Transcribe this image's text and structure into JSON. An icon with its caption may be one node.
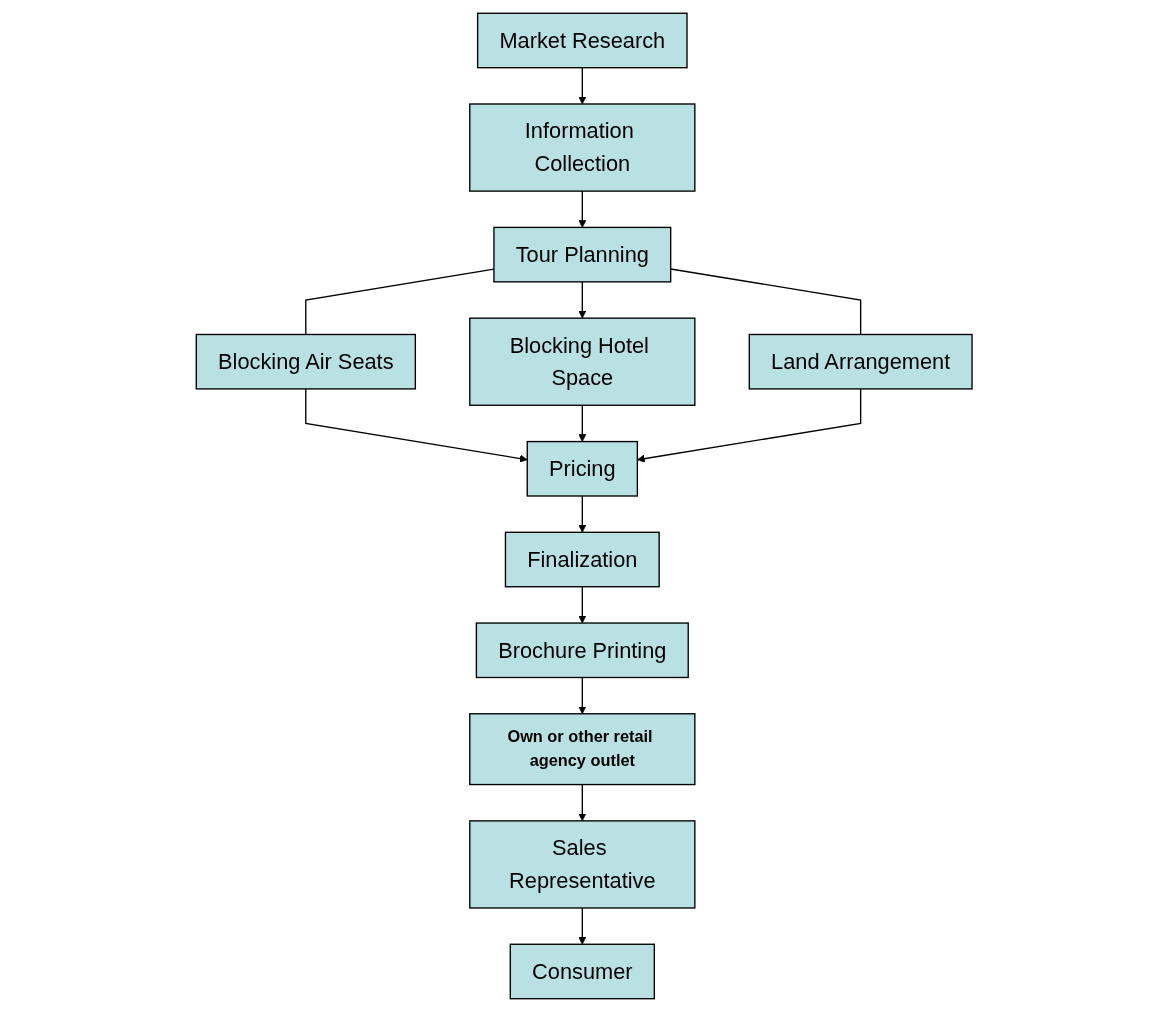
{
  "diagram": {
    "nodes": [
      {
        "text": [
          "Market Research"
        ]
      },
      {
        "text": [
          "Information Collection"
        ]
      },
      {
        "text": [
          "Tour Planning"
        ]
      },
      {
        "text": [
          "Blocking Air Seats"
        ]
      },
      {
        "text": [
          "Blocking Hotel Space"
        ]
      },
      {
        "text": [
          "Land Arrangement"
        ]
      },
      {
        "text": [
          "Pricing"
        ]
      },
      {
        "text": [
          "Finalization"
        ]
      },
      {
        "text": [
          "Brochure Printing"
        ]
      },
      {
        "text": [
          "Own or other retail agency outlet"
        ]
      },
      {
        "text": [
          "Sales Representative"
        ]
      },
      {
        "text": [
          "Consumer"
        ]
      }
    ],
    "edges": [
      {
        "from": 0,
        "to": 1,
        "arrow": "to"
      },
      {
        "from": 1,
        "to": 2,
        "arrow": "to"
      },
      {
        "from": 2,
        "to": 3,
        "arrow": "none"
      },
      {
        "from": 2,
        "to": 4,
        "arrow": "to"
      },
      {
        "from": 2,
        "to": 5,
        "arrow": "none"
      },
      {
        "from": 3,
        "to": 6,
        "arrow": "to"
      },
      {
        "from": 4,
        "to": 6,
        "arrow": "to"
      },
      {
        "from": 5,
        "to": 6,
        "arrow": "to"
      },
      {
        "from": 6,
        "to": 7,
        "arrow": "to"
      },
      {
        "from": 7,
        "to": 8,
        "arrow": "to"
      },
      {
        "from": 8,
        "to": 9,
        "arrow": "to"
      },
      {
        "from": 9,
        "to": 10,
        "arrow": "to"
      },
      {
        "from": 10,
        "to": 11,
        "arrow": "to"
      }
    ]
  }
}
